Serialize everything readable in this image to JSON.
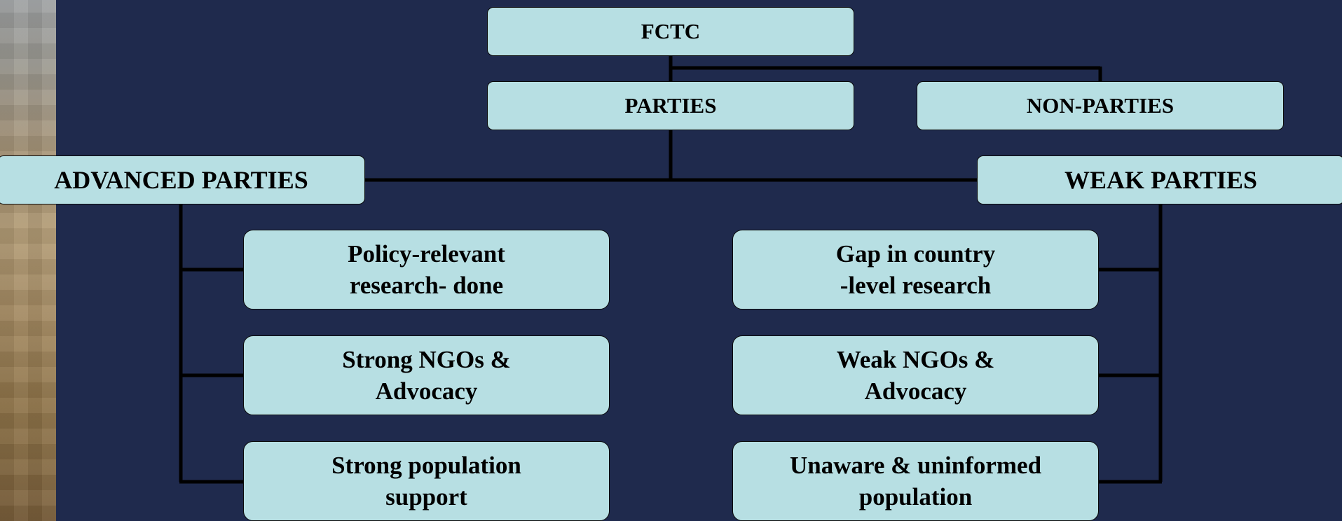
{
  "diagram": {
    "root": "FCTC",
    "level1": [
      "PARTIES",
      "NON-PARTIES"
    ],
    "level2": [
      "ADVANCED PARTIES",
      "WEAK PARTIES"
    ],
    "advanced_items": [
      [
        "Policy-relevant",
        "research- done"
      ],
      [
        "Strong NGOs &",
        "Advocacy"
      ],
      [
        "Strong population",
        "support"
      ]
    ],
    "weak_items": [
      [
        "Gap in country",
        "-level research"
      ],
      [
        "Weak NGOs &",
        "Advocacy"
      ],
      [
        "Unaware & uninformed",
        "population"
      ]
    ]
  },
  "colors": {
    "background": "#1f2a4d",
    "box_fill": "#b7dfe3",
    "box_border": "#0a0a0a",
    "connector": "#000000"
  }
}
